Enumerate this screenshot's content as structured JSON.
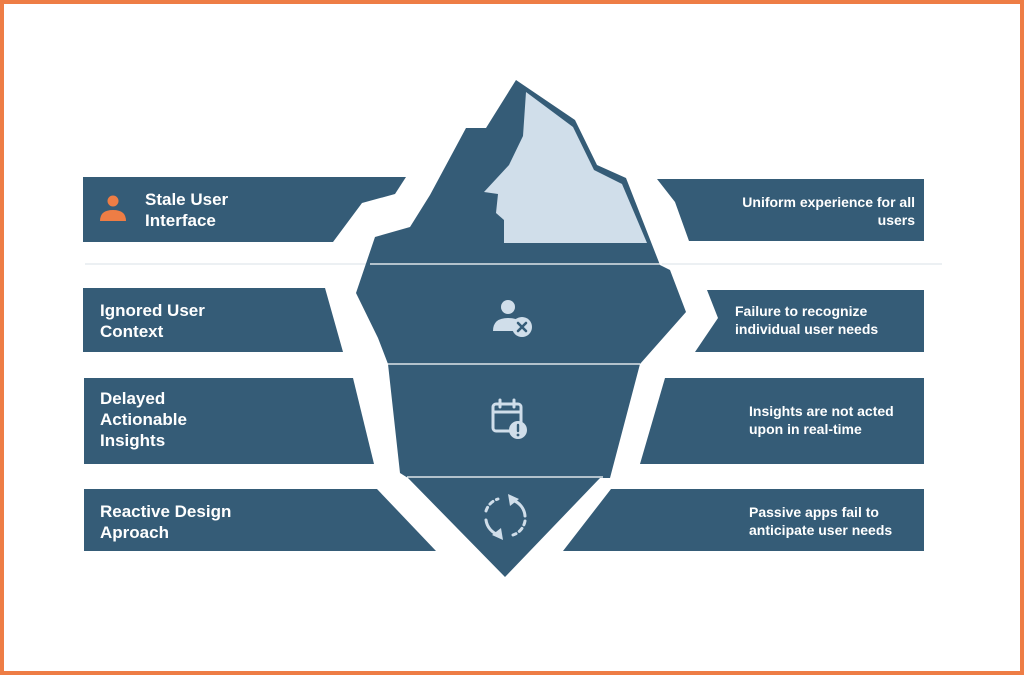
{
  "colors": {
    "border": "#ee7d45",
    "navy": "#355c77",
    "ice": "#d0deea",
    "accent": "#ee7d45"
  },
  "rows": [
    {
      "left": "Stale User Interface",
      "right": "Uniform experience for all users",
      "icon": "user-icon"
    },
    {
      "left": "Ignored User Context",
      "right": "Failure to recognize individual user needs",
      "icon": "user-remove-icon"
    },
    {
      "left": "Delayed Actionable Insights",
      "right": "Insights are not acted upon in real-time",
      "icon": "calendar-alert-icon"
    },
    {
      "left": "Reactive Design Aproach",
      "right": "Passive apps fail to anticipate user needs",
      "icon": "refresh-icon"
    }
  ]
}
